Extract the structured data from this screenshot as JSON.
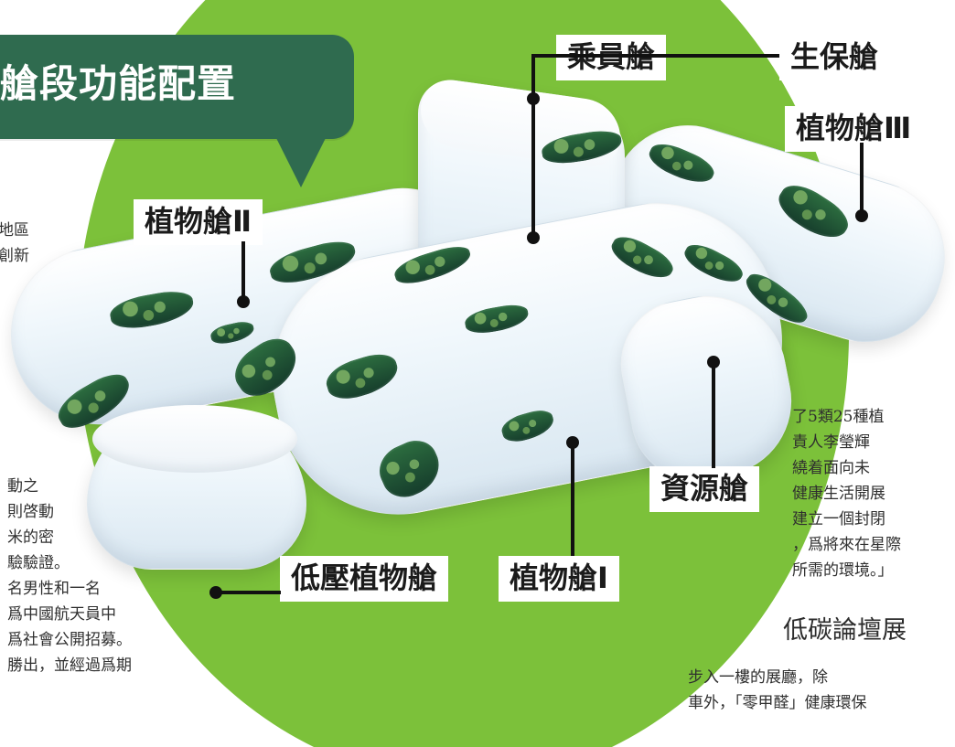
{
  "header": {
    "title": "艙段功能配置"
  },
  "labels": {
    "crew": "乘員艙",
    "life_support": "生保艙",
    "plant_3": "植物艙Ⅲ",
    "plant_2": "植物艙Ⅱ",
    "resource": "資源艙",
    "low_pressure": "低壓植物艙",
    "plant_1": "植物艙Ⅰ"
  },
  "texts": {
    "left_top": [
      "地區",
      "創新"
    ],
    "left_bottom": [
      "動之",
      "則啓動",
      "米的密",
      "驗驗證。",
      "名男性和一名",
      "爲中國航天員中",
      "爲社會公開招募。",
      "勝出，並經過爲期"
    ],
    "right_block": [
      "了5類25種植",
      "責人李瑩輝",
      "繞着面向未",
      "健康生活開展",
      "建立一個封閉",
      "，爲將來在星際",
      "所需的環境。」"
    ],
    "subheading": "低碳論壇展",
    "right_bottom": [
      "步入一樓的展廳，除",
      "車外，「零甲醛」健康環保"
    ]
  },
  "colors": {
    "green_circle": "#7cc13a",
    "title_bg": "#2f6b4f",
    "label_bg": "#ffffff",
    "text_dark": "#1f1f1f"
  },
  "icons": {
    "connector_dot": "black-dot",
    "leader_line": "black-line"
  }
}
